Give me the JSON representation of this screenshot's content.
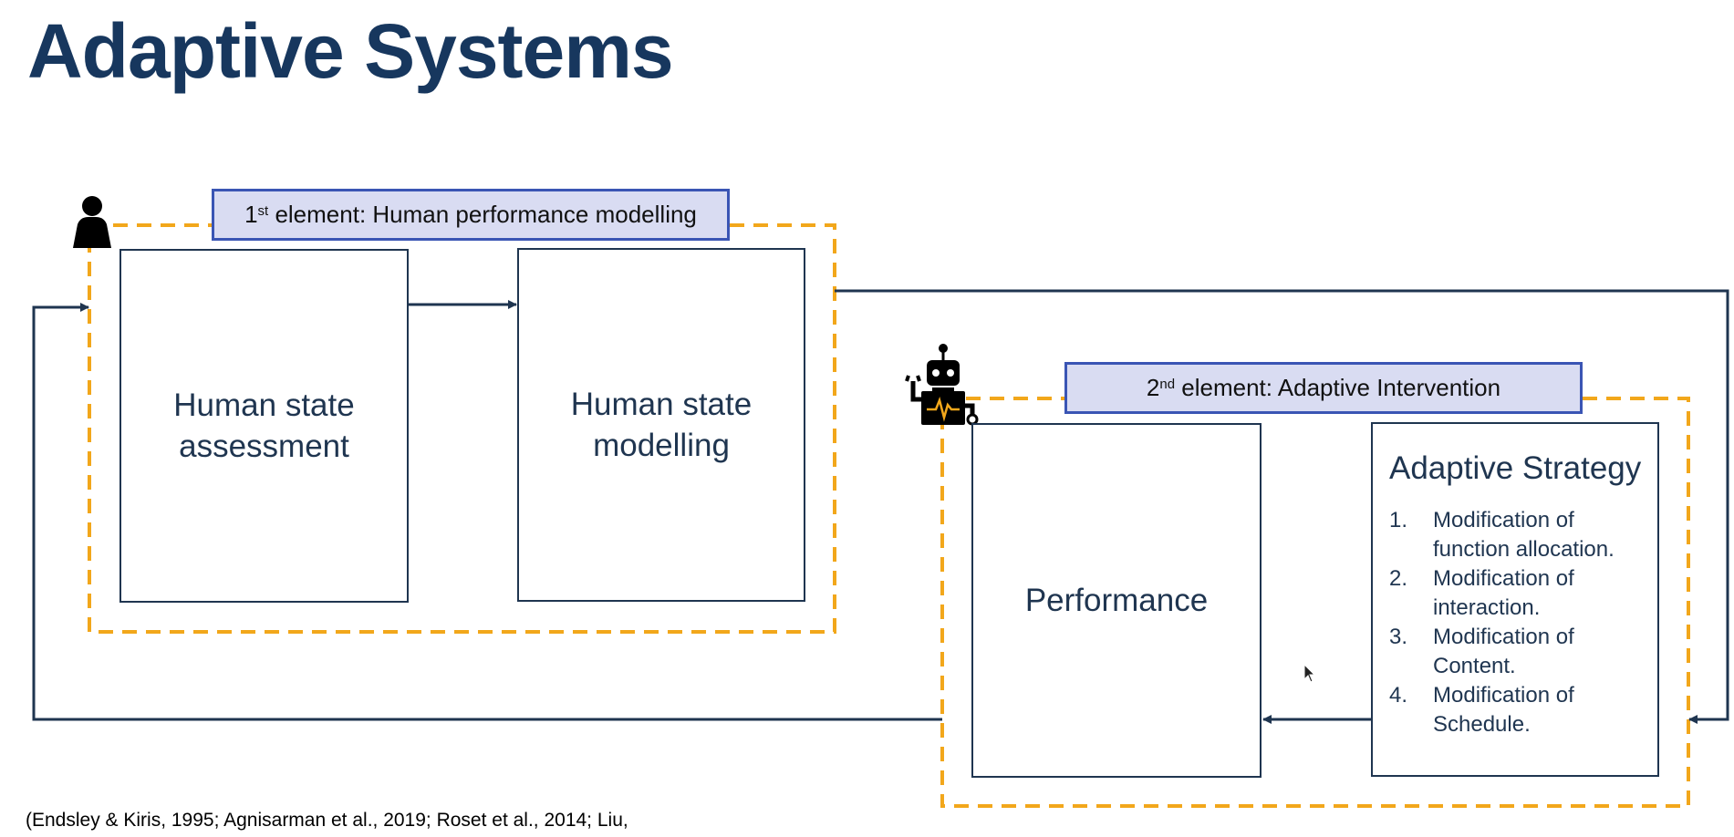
{
  "title": "Adaptive Systems",
  "element1": {
    "ordinal": "1",
    "suffix": "st",
    "text": " element: Human performance modelling"
  },
  "element2": {
    "ordinal": "2",
    "suffix": "nd",
    "text": " element: Adaptive Intervention"
  },
  "boxes": {
    "assessment": "Human state assessment",
    "modelling": "Human state modelling",
    "performance": "Performance"
  },
  "strategy": {
    "title": "Adaptive Strategy",
    "items": [
      {
        "num": "1.",
        "text": "Modification of function allocation."
      },
      {
        "num": "2.",
        "text": "Modification of interaction."
      },
      {
        "num": "3.",
        "text": "Modification of Content."
      },
      {
        "num": "4.",
        "text": "Modification of Schedule."
      }
    ]
  },
  "citation": "(Endsley & Kiris, 1995; Agnisarman et al., 2019; Roset et al., 2014; Liu,",
  "colors": {
    "navy": "#17375e",
    "dashed_border": "#f2a71b",
    "label_fill": "#d9dcf2",
    "label_border": "#3a55b4",
    "arrow": "#1f3550"
  },
  "icons": [
    "person-icon",
    "robot-icon",
    "mouse-cursor-icon"
  ]
}
